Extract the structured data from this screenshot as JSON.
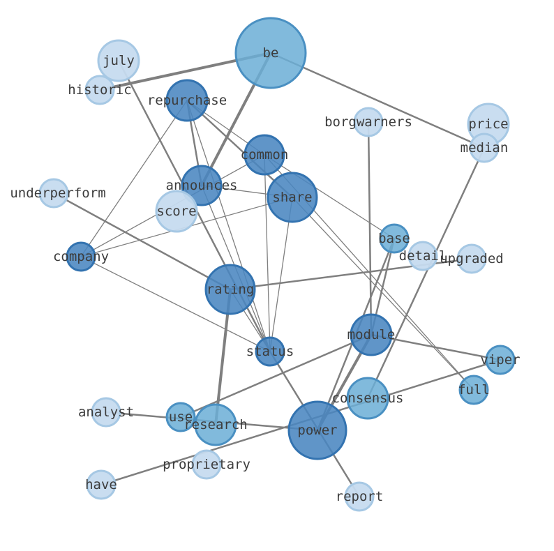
{
  "palette": {
    "edge": "#7f7f7f",
    "label": "#3c3c3c",
    "node_light_fill": "#c6dbef",
    "node_light_stroke": "#a6c8e4",
    "node_mid_fill": "#6baed6",
    "node_mid_stroke": "#4a90c2",
    "node_dark_fill": "#4a86c0",
    "node_dark_stroke": "#3373b0"
  },
  "nodes": [
    {
      "id": "be",
      "label": "be",
      "weight": 0.55
    },
    {
      "id": "july",
      "label": "july",
      "weight": 0.15
    },
    {
      "id": "historic",
      "label": "historic",
      "weight": 0.15
    },
    {
      "id": "repurchase",
      "label": "repurchase",
      "weight": 0.75
    },
    {
      "id": "borgwarners",
      "label": "borgwarners",
      "weight": 0.15
    },
    {
      "id": "price",
      "label": "price",
      "weight": 0.15
    },
    {
      "id": "median",
      "label": "median",
      "weight": 0.15
    },
    {
      "id": "common",
      "label": "common",
      "weight": 0.9
    },
    {
      "id": "announces",
      "label": "announces",
      "weight": 0.8
    },
    {
      "id": "share",
      "label": "share",
      "weight": 0.95
    },
    {
      "id": "underperform",
      "label": "underperform",
      "weight": 0.15
    },
    {
      "id": "score",
      "label": "score",
      "weight": 0.15
    },
    {
      "id": "company",
      "label": "company",
      "weight": 0.75
    },
    {
      "id": "base",
      "label": "base",
      "weight": 0.5
    },
    {
      "id": "detail",
      "label": "detail",
      "weight": 0.15
    },
    {
      "id": "upgraded",
      "label": "upgraded",
      "weight": 0.15
    },
    {
      "id": "rating",
      "label": "rating",
      "weight": 0.75
    },
    {
      "id": "module",
      "label": "module",
      "weight": 0.9
    },
    {
      "id": "status",
      "label": "status",
      "weight": 0.8
    },
    {
      "id": "viper",
      "label": "viper",
      "weight": 0.45
    },
    {
      "id": "full",
      "label": "full",
      "weight": 0.45
    },
    {
      "id": "consensus",
      "label": "consensus",
      "weight": 0.35
    },
    {
      "id": "analyst",
      "label": "analyst",
      "weight": 0.15
    },
    {
      "id": "use",
      "label": "use",
      "weight": 0.45
    },
    {
      "id": "research",
      "label": "research",
      "weight": 0.35
    },
    {
      "id": "power",
      "label": "power",
      "weight": 0.9
    },
    {
      "id": "proprietary",
      "label": "proprietary",
      "weight": 0.15
    },
    {
      "id": "have",
      "label": "have",
      "weight": 0.15
    },
    {
      "id": "report",
      "label": "report",
      "weight": 0.15
    }
  ],
  "edges": [
    {
      "source": "historic",
      "target": "be",
      "weight": 4
    },
    {
      "source": "be",
      "target": "announces",
      "weight": 4
    },
    {
      "source": "be",
      "target": "median",
      "weight": 2.5
    },
    {
      "source": "july",
      "target": "status",
      "weight": 2.5
    },
    {
      "source": "repurchase",
      "target": "announces",
      "weight": 2.5
    },
    {
      "source": "repurchase",
      "target": "share",
      "weight": 2.5
    },
    {
      "source": "repurchase",
      "target": "common",
      "weight": 1.3
    },
    {
      "source": "repurchase",
      "target": "status",
      "weight": 1.3
    },
    {
      "source": "repurchase",
      "target": "company",
      "weight": 1.3
    },
    {
      "source": "common",
      "target": "status",
      "weight": 1.3
    },
    {
      "source": "common",
      "target": "company",
      "weight": 1.3
    },
    {
      "source": "common",
      "target": "base",
      "weight": 1.3
    },
    {
      "source": "common",
      "target": "full",
      "weight": 1.3
    },
    {
      "source": "announces",
      "target": "share",
      "weight": 1.3
    },
    {
      "source": "announces",
      "target": "status",
      "weight": 1.3
    },
    {
      "source": "share",
      "target": "company",
      "weight": 1.3
    },
    {
      "source": "share",
      "target": "status",
      "weight": 1.3
    },
    {
      "source": "share",
      "target": "full",
      "weight": 1.3
    },
    {
      "source": "company",
      "target": "status",
      "weight": 1.3
    },
    {
      "source": "underperform",
      "target": "rating",
      "weight": 2.5
    },
    {
      "source": "rating",
      "target": "upgraded",
      "weight": 2.5
    },
    {
      "source": "rating",
      "target": "research",
      "weight": 4
    },
    {
      "source": "rating",
      "target": "status",
      "weight": 1.3
    },
    {
      "source": "borgwarners",
      "target": "module",
      "weight": 2.5
    },
    {
      "source": "median",
      "target": "consensus",
      "weight": 2.5
    },
    {
      "source": "base",
      "target": "module",
      "weight": 2.5
    },
    {
      "source": "base",
      "target": "power",
      "weight": 2.5
    },
    {
      "source": "module",
      "target": "power",
      "weight": 4
    },
    {
      "source": "module",
      "target": "viper",
      "weight": 2.5
    },
    {
      "source": "module",
      "target": "use",
      "weight": 2.5
    },
    {
      "source": "status",
      "target": "report",
      "weight": 2.5
    },
    {
      "source": "analyst",
      "target": "power",
      "weight": 2.5
    },
    {
      "source": "have",
      "target": "viper",
      "weight": 2.5
    }
  ]
}
